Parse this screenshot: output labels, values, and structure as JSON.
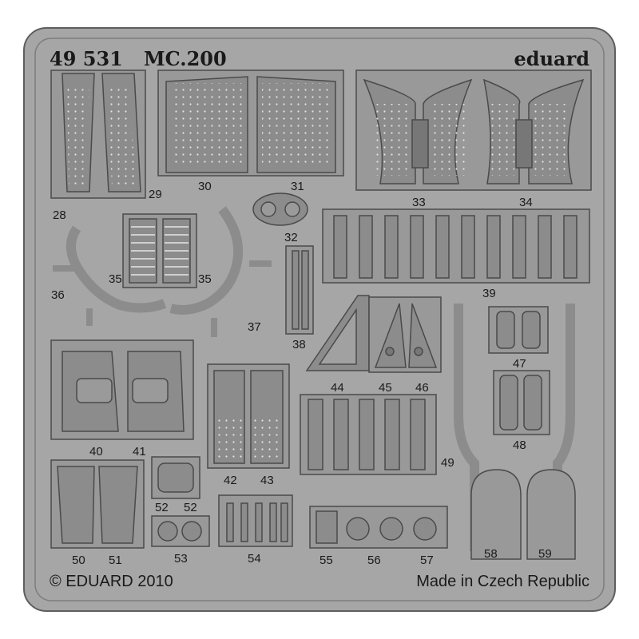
{
  "header": {
    "code": "49 531",
    "model": "MC.200",
    "brand": "eduard"
  },
  "footer": {
    "copyright": "© EDUARD 2010",
    "origin": "Made in Czech Republic"
  },
  "part_numbers": {
    "p28": "28",
    "p29": "29",
    "p30": "30",
    "p31": "31",
    "p32": "32",
    "p33": "33",
    "p34": "34",
    "p35a": "35",
    "p35b": "35",
    "p36": "36",
    "p37": "37",
    "p38": "38",
    "p39": "39",
    "p40": "40",
    "p41": "41",
    "p42": "42",
    "p43": "43",
    "p44": "44",
    "p45": "45",
    "p46": "46",
    "p47": "47",
    "p48": "48",
    "p49": "49",
    "p50": "50",
    "p51": "51",
    "p52a": "52",
    "p52b": "52",
    "p53": "53",
    "p54": "54",
    "p55": "55",
    "p56": "56",
    "p57": "57",
    "p58": "58",
    "p59": "59"
  },
  "colors": {
    "background": "#ffffff",
    "fret": "#a6a6a6",
    "fret_edge": "#5e5e5e",
    "part": "#8c8c8c",
    "part_edge": "#4a4a4a",
    "text": "#1a1a1a"
  }
}
